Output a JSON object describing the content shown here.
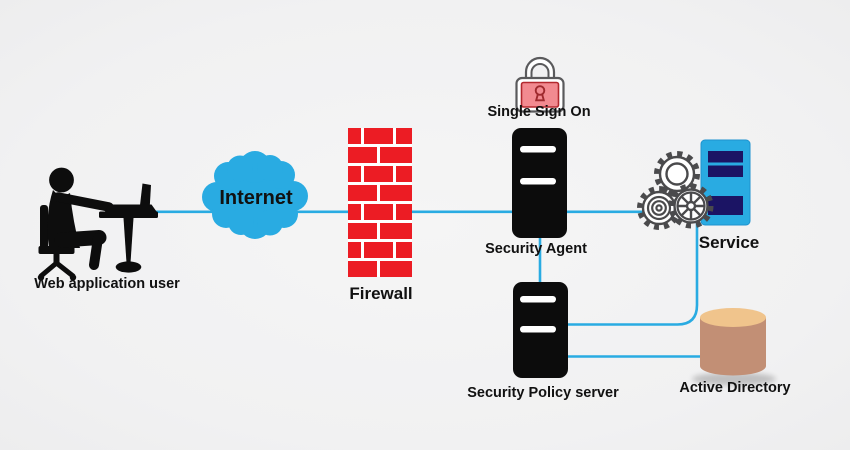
{
  "title": "Single Sign On security architecture diagram",
  "colors": {
    "background": "#f1f1f2",
    "connector_blue": "#29abe2",
    "cloud_blue": "#29abe2",
    "brick_red": "#ec1c24",
    "mortar_white": "#ffffff",
    "server_black": "#0c0c0c",
    "service_blue": "#29abe2",
    "slot_navy": "#1b1464",
    "gear_gray": "#4a4a4c",
    "lock_outline_gray": "#5a5a5c",
    "lock_pink": "#f28a90",
    "lock_red": "#9f2a2e",
    "cylinder_top": "#f0c48c",
    "cylinder_body": "#c28f75",
    "label_color": "#111111"
  },
  "nodes": {
    "user": {
      "label": "Web application user"
    },
    "internet": {
      "label": "Internet"
    },
    "firewall": {
      "label": "Firewall"
    },
    "sso": {
      "label": "Single Sign On"
    },
    "security_agent": {
      "label": "Security Agent"
    },
    "service": {
      "label": "Service"
    },
    "policy_server": {
      "label": "Security Policy server"
    },
    "active_directory": {
      "label": "Active Directory"
    }
  },
  "connections": [
    "Web application user - Internet - Firewall - Security Agent",
    "Security Agent - Service",
    "Security Agent - Security Policy server",
    "Service - Security Policy server",
    "Security Policy server - Active Directory"
  ]
}
